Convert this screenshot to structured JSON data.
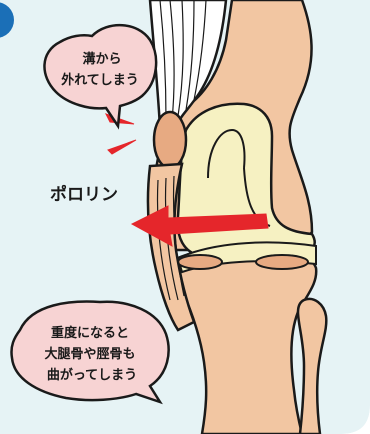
{
  "bubble_top": {
    "lines": [
      "溝から",
      "外れてしまう"
    ]
  },
  "arrow_caption": "ポロリン",
  "bubble_bottom": {
    "lines": [
      "重度になると",
      "大腿骨や脛骨も",
      "曲がってしまう"
    ]
  },
  "colors": {
    "background": "#e6f3f5",
    "skin": "#f2c6a2",
    "skin_dark": "#e7aa82",
    "cartilage": "#f6f1c2",
    "bubble": "#f7d3d3",
    "accent": "#e5262b",
    "corner_dot": "#1b6fb7",
    "outline": "#1a1a1a",
    "white": "#ffffff"
  }
}
